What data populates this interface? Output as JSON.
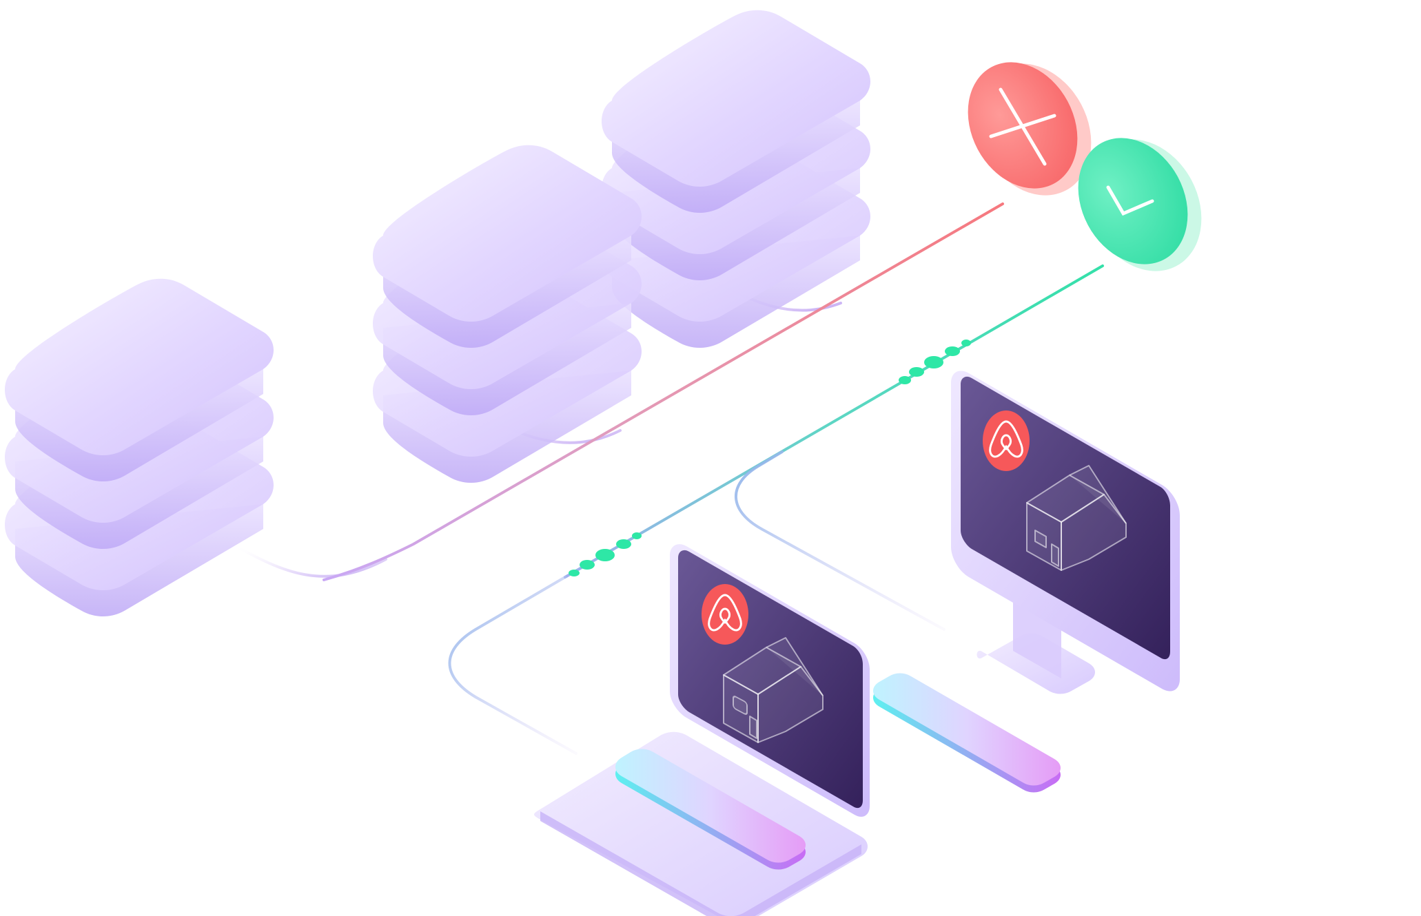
{
  "colors": {
    "background": "#ffffff",
    "server_top_light": "#f4efff",
    "server_top": "#dccfff",
    "server_side": "#c9b6fb",
    "server_side_dark": "#b9a4f4",
    "reject_red": "#f86f70",
    "reject_red_light": "#ffb3b0",
    "accept_green": "#38dfaa",
    "accept_green_light": "#b3f6dc",
    "line_red": "#f47c84",
    "line_purple": "#b89af3",
    "line_green": "#3ddfad",
    "line_blue": "#8fb5ea",
    "node_green": "#2ee7a6",
    "screen_dark": "#3b2863",
    "screen_mid": "#5d4b8b",
    "device_frame": "#d8c9fb",
    "brand_red": "#f6585a"
  },
  "icons": {
    "reject": "close-icon",
    "accept": "check-icon",
    "brand": "airbnb-logo-icon",
    "listing": "house-icon"
  },
  "diagram": {
    "server_stacks": 3,
    "layers_per_stack": 3,
    "devices": [
      "laptop",
      "desktop"
    ],
    "outcomes": [
      "reject",
      "accept"
    ]
  }
}
